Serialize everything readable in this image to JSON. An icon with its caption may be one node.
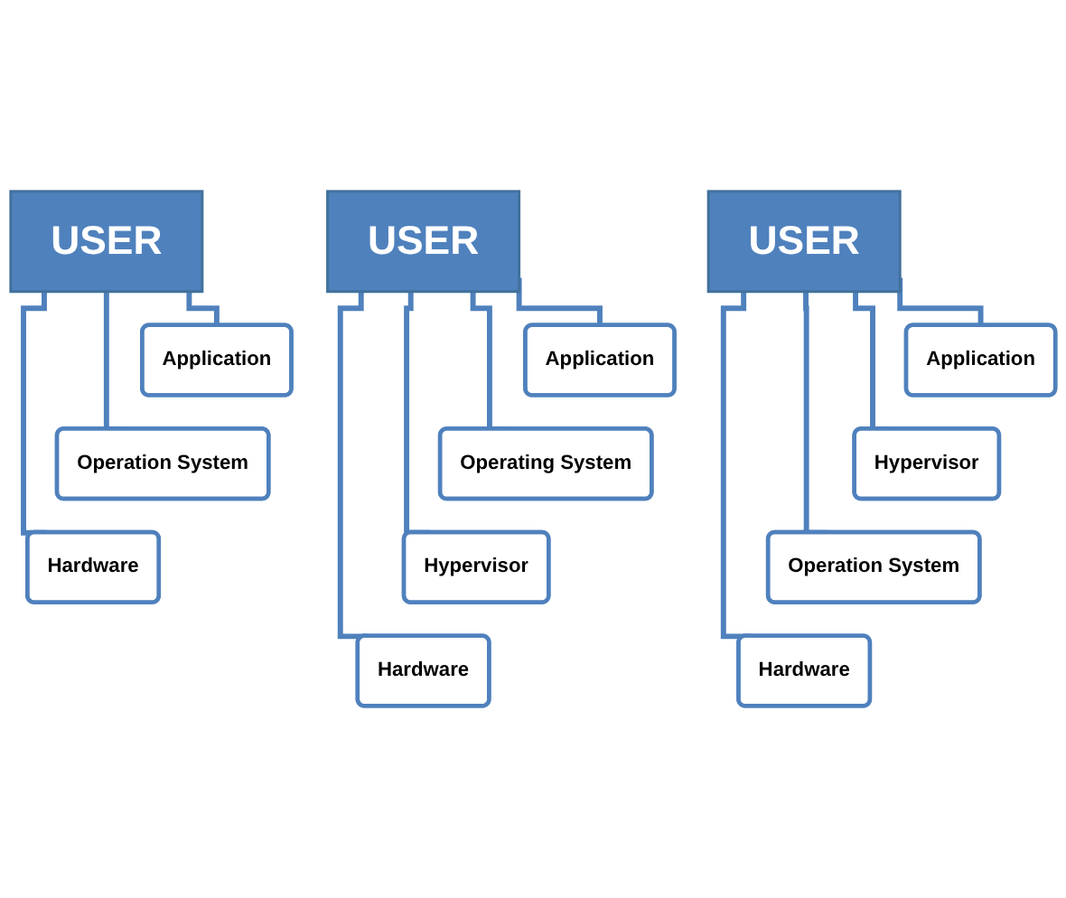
{
  "diagram": {
    "nodes": [
      {
        "text": [
          "USER"
        ]
      },
      {
        "text": [
          "Application"
        ]
      },
      {
        "text": [
          "Operation System"
        ]
      },
      {
        "text": [
          "Hardware"
        ]
      },
      {
        "text": [
          "USER"
        ]
      },
      {
        "text": [
          "Application"
        ]
      },
      {
        "text": [
          "Operating System"
        ]
      },
      {
        "text": [
          "Hypervisor"
        ]
      },
      {
        "text": [
          "Hardware"
        ]
      },
      {
        "text": [
          "USER"
        ]
      },
      {
        "text": [
          "Application"
        ]
      },
      {
        "text": [
          "Hypervisor"
        ]
      },
      {
        "text": [
          "Operation System"
        ]
      },
      {
        "text": [
          "Hardware"
        ]
      }
    ],
    "edges": [
      {
        "from": 0,
        "to": 1,
        "arrow": "none"
      },
      {
        "from": 0,
        "to": 2,
        "arrow": "none"
      },
      {
        "from": 0,
        "to": 3,
        "arrow": "none"
      },
      {
        "from": 4,
        "to": 5,
        "arrow": "none"
      },
      {
        "from": 4,
        "to": 6,
        "arrow": "none"
      },
      {
        "from": 4,
        "to": 7,
        "arrow": "none"
      },
      {
        "from": 4,
        "to": 8,
        "arrow": "none"
      },
      {
        "from": 9,
        "to": 10,
        "arrow": "none"
      },
      {
        "from": 9,
        "to": 11,
        "arrow": "none"
      },
      {
        "from": 9,
        "to": 12,
        "arrow": "none"
      },
      {
        "from": 9,
        "to": 13,
        "arrow": "none"
      }
    ]
  }
}
